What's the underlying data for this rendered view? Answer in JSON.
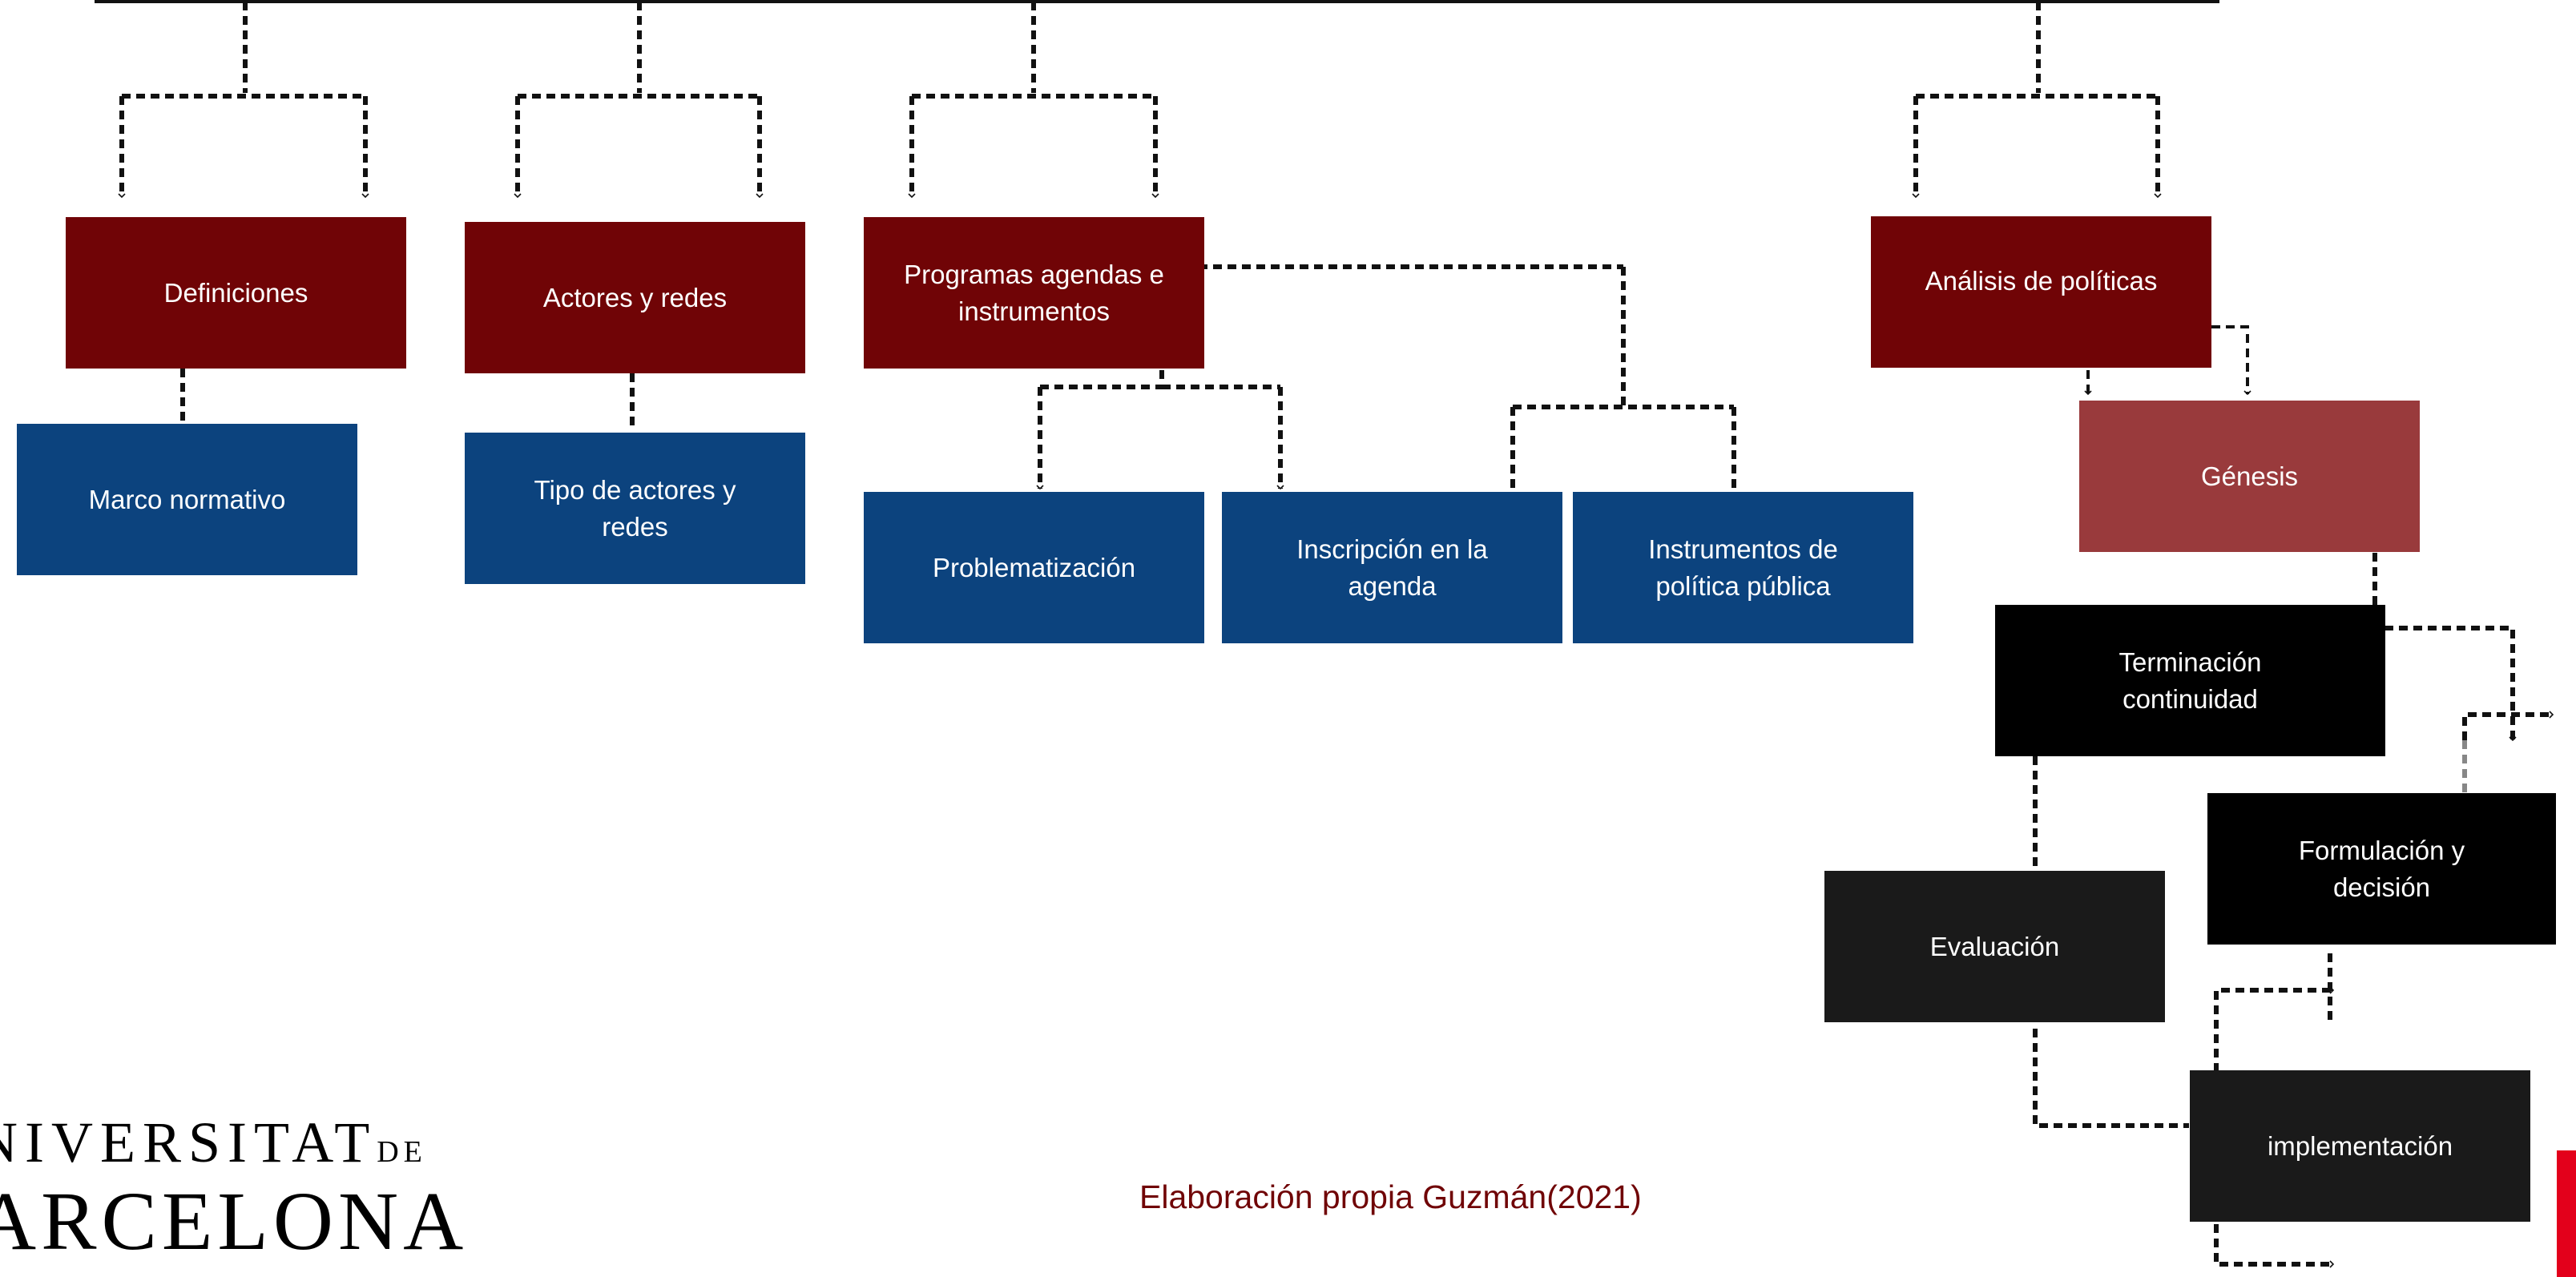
{
  "diagram": {
    "nodes": {
      "definiciones": "Definiciones",
      "marco_normativo": "Marco normativo",
      "actores_redes": "Actores y redes",
      "tipo_actores": [
        "Tipo de actores y",
        "redes"
      ],
      "programas": [
        "Programas agendas e",
        "instrumentos"
      ],
      "problematizacion": "Problematización",
      "inscripcion": [
        "Inscripción en la",
        "agenda"
      ],
      "instrumentos": [
        "Instrumentos de",
        "política pública"
      ],
      "analisis": "Análisis de políticas",
      "genesis": "Génesis",
      "terminacion": [
        "Terminación",
        "continuidad"
      ],
      "formulacion": [
        "Formulación y",
        "decisión"
      ],
      "evaluacion": "Evaluación",
      "implementacion": "implementación"
    }
  },
  "footer": {
    "credit": "Elaboración propia  Guzmán(2021)",
    "logo_line1_main": "NIVERSITAT",
    "logo_line1_small": "DE",
    "logo_line2": "ARCELONA"
  },
  "colors": {
    "maroon": "#700406",
    "blue": "#0c437e",
    "genesis_red": "#993a3c",
    "black": "#000000",
    "dark_gray": "#1a1a1a",
    "accent_red": "#e3001b"
  }
}
